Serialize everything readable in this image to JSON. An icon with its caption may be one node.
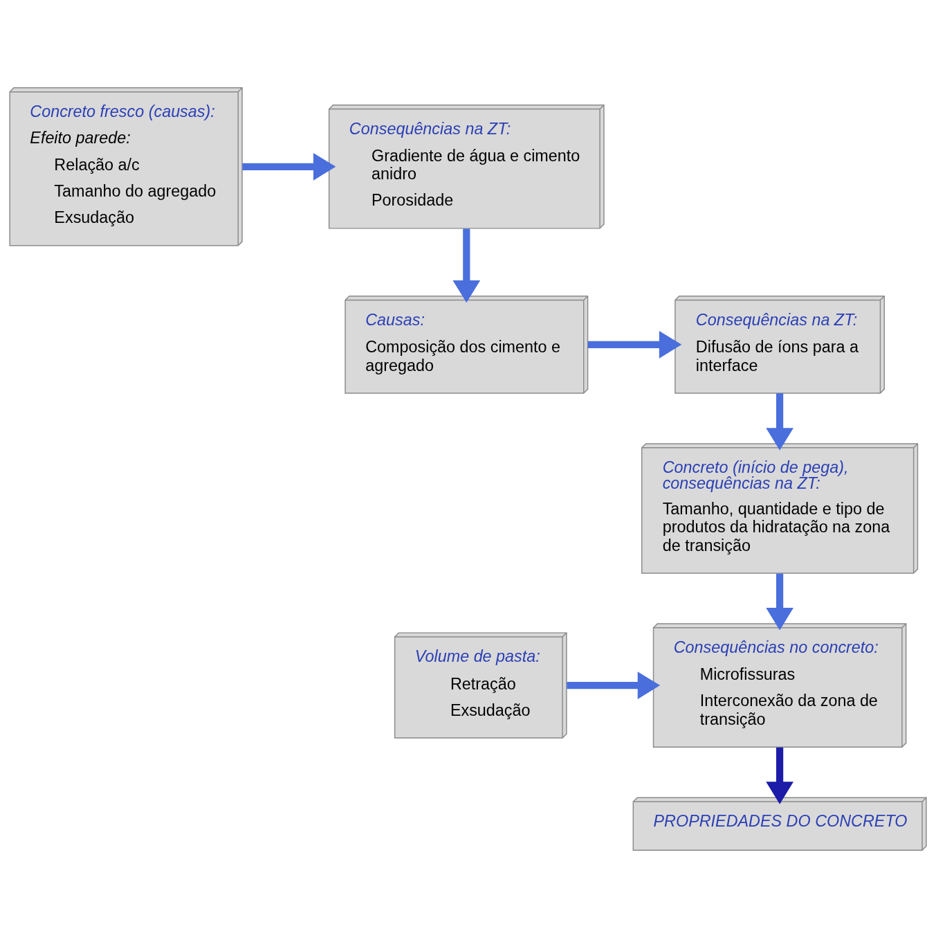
{
  "diagram": {
    "nodes": [
      {
        "text": [
          "Concreto fresco (causas):",
          "Efeito parede:",
          "Relação a/c",
          "Tamanho do agregado",
          "Exsudação"
        ]
      },
      {
        "text": [
          "Consequências na ZT:",
          "Gradiente de água e cimento anidro",
          "Porosidade"
        ]
      },
      {
        "text": [
          "Causas:",
          "Composição dos cimento e agregado"
        ]
      },
      {
        "text": [
          "Consequências na ZT:",
          "Difusão de íons para a interface"
        ]
      },
      {
        "text": [
          "Concreto (início de pega), consequências na ZT:",
          "Tamanho, quantidade e tipo de produtos da hidratação na zona de transição"
        ]
      },
      {
        "text": [
          "Volume de pasta:",
          "Retração",
          "Exsudação"
        ]
      },
      {
        "text": [
          "Consequências no concreto:",
          "Microfissuras",
          "Interconexão da zona de transição"
        ]
      },
      {
        "text": [
          "PROPRIEDADES DO CONCRETO"
        ]
      }
    ],
    "edges": [
      {
        "from": 0,
        "to": 1,
        "arrow": "to"
      },
      {
        "from": 1,
        "to": 2,
        "arrow": "to"
      },
      {
        "from": 2,
        "to": 3,
        "arrow": "to"
      },
      {
        "from": 3,
        "to": 4,
        "arrow": "to"
      },
      {
        "from": 4,
        "to": 6,
        "arrow": "to"
      },
      {
        "from": 5,
        "to": 6,
        "arrow": "to"
      },
      {
        "from": 6,
        "to": 7,
        "arrow": "to",
        "color": "#1c1ca8"
      }
    ]
  }
}
